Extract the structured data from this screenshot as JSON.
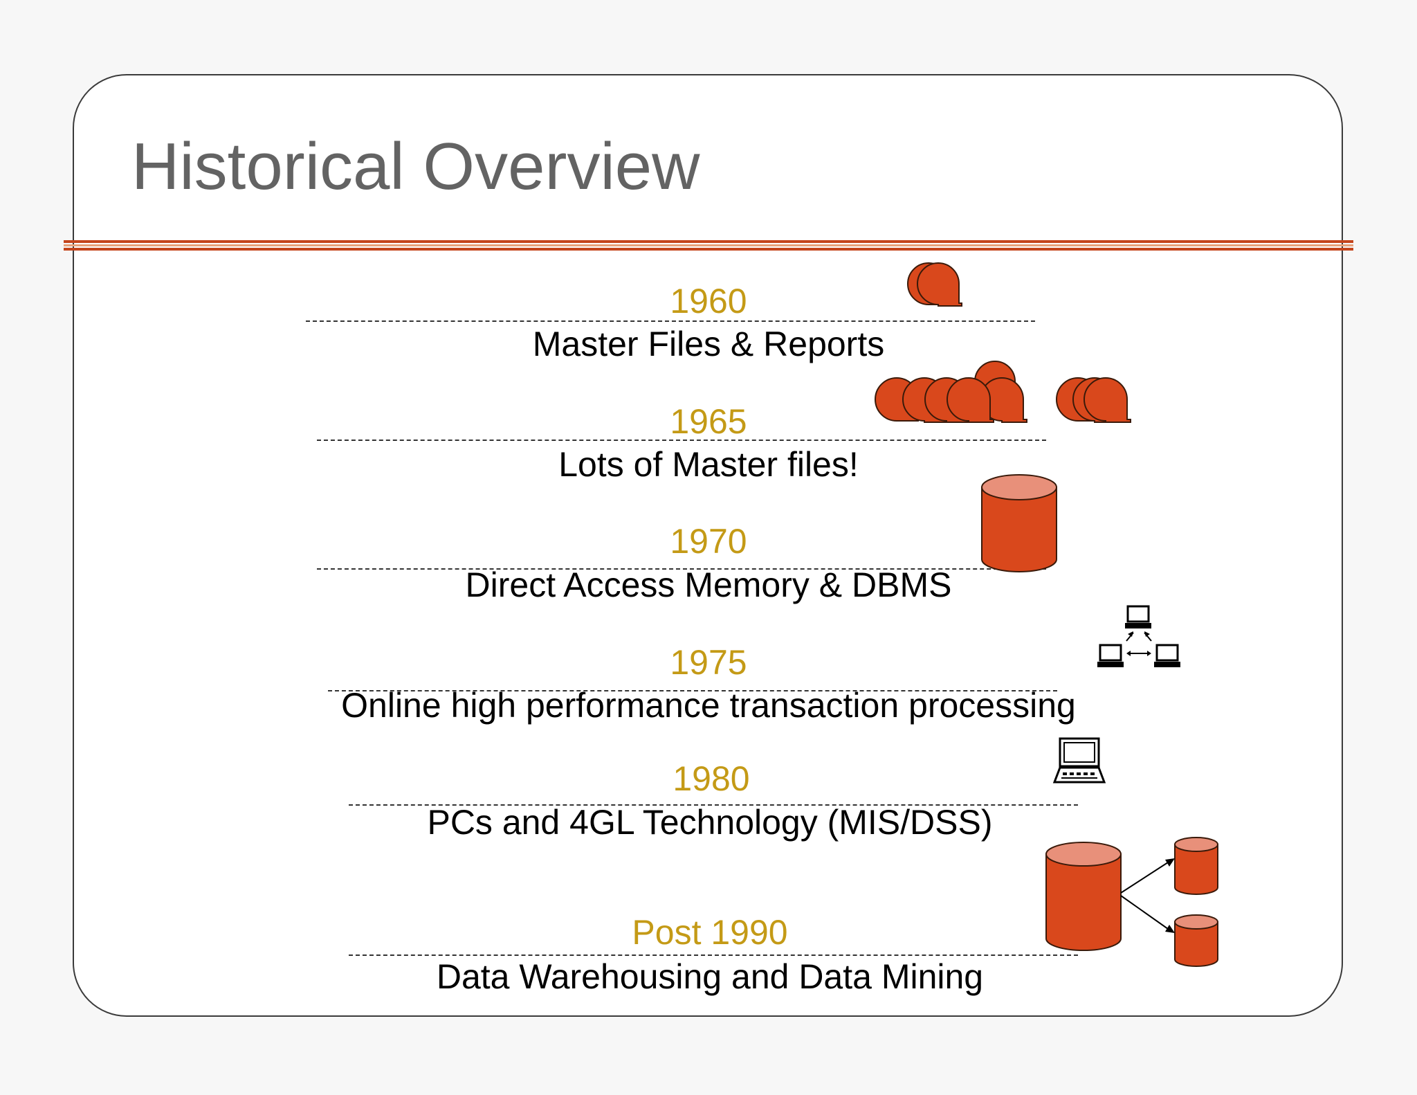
{
  "slide": {
    "title": "Historical Overview",
    "colors": {
      "title": "#636363",
      "rule": "#c4451c",
      "year": "#c49a16",
      "description": "#000000",
      "clipart_fill": "#d9481c",
      "clipart_top": "#e8907a"
    }
  },
  "timeline": [
    {
      "year": "1960",
      "description": "Master Files & Reports",
      "icon": "tape-reel-icon"
    },
    {
      "year": "1965",
      "description": "Lots of Master files!",
      "icon": "tape-reels-icon"
    },
    {
      "year": "1970",
      "description": "Direct Access Memory & DBMS",
      "icon": "database-cylinder-icon"
    },
    {
      "year": "1975",
      "description": "Online high performance transaction processing",
      "icon": "network-computers-icon"
    },
    {
      "year": "1980",
      "description": "PCs and 4GL Technology (MIS/DSS)",
      "icon": "laptop-icon"
    },
    {
      "year": "Post 1990",
      "description": "Data Warehousing and Data Mining",
      "icon": "data-warehouse-icon"
    }
  ]
}
